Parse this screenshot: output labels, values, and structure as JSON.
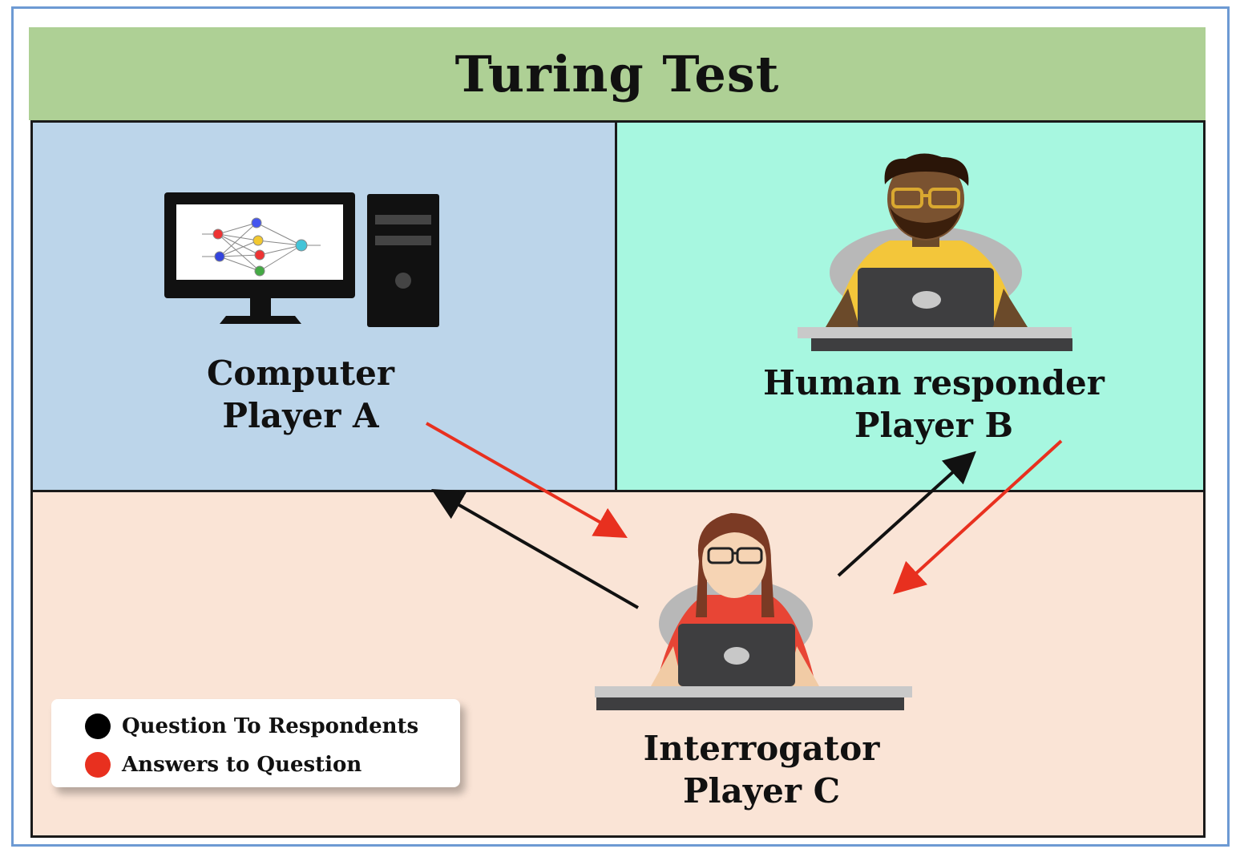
{
  "title": "Turing Test",
  "players": {
    "a": {
      "line1": "Computer",
      "line2": "Player A"
    },
    "b": {
      "line1": "Human responder",
      "line2": "Player B"
    },
    "c": {
      "line1": "Interrogator",
      "line2": "Player C"
    }
  },
  "legend": {
    "question": {
      "label": "Question To Respondents",
      "color": "#000000"
    },
    "answer": {
      "label": "Answers to Question",
      "color": "#e8301f"
    }
  },
  "colors": {
    "title_bg": "#aed095",
    "panel_a": "#bcd5ea",
    "panel_b": "#a7f7e0",
    "panel_c": "#fae4d6",
    "frame": "#6d9ad3"
  },
  "icons": [
    "computer-monitor-icon",
    "computer-tower-icon",
    "neural-network-icon",
    "human-responder-icon",
    "interrogator-icon",
    "laptop-icon"
  ]
}
